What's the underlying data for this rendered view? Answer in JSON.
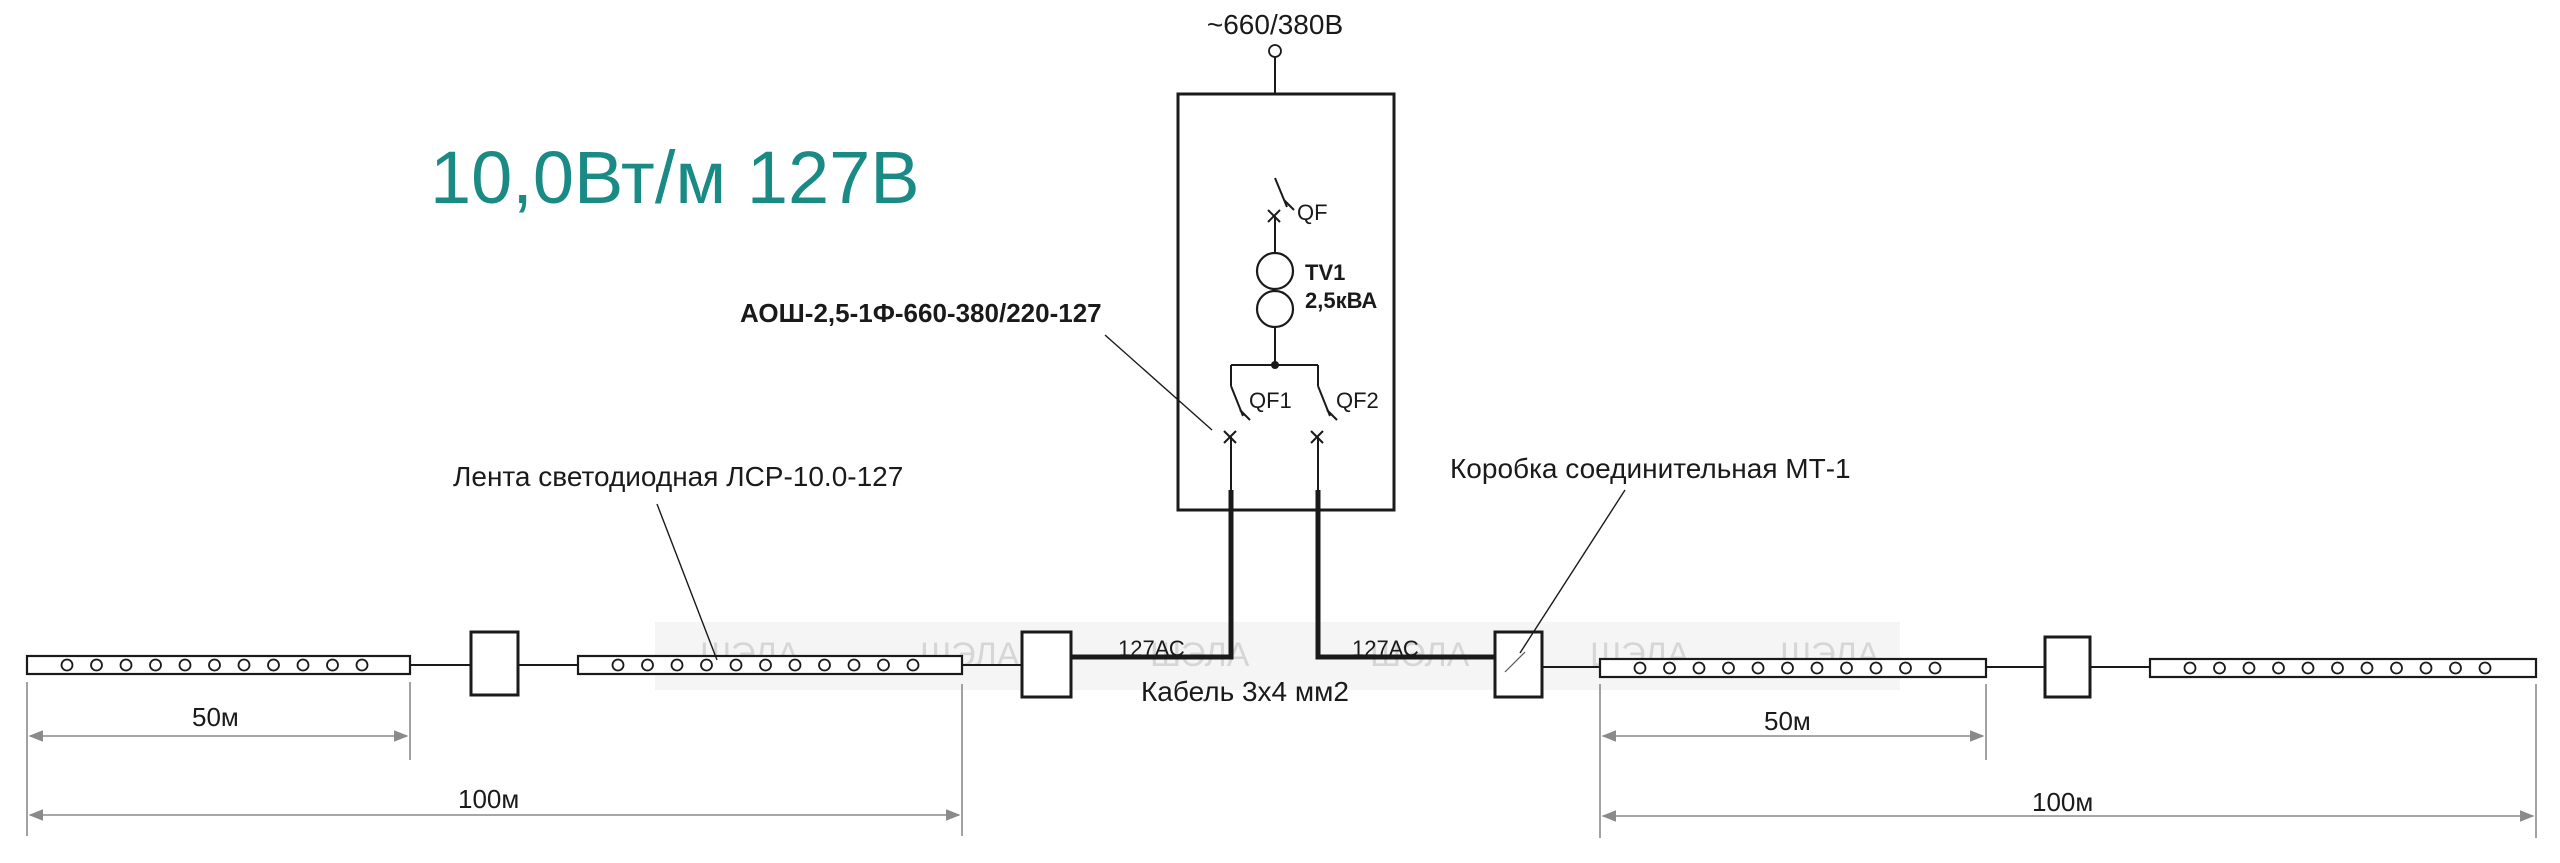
{
  "title": "10,0Вт/м 127В",
  "title_color": "#1a8a85",
  "supply_label": "~660/380В",
  "device_label": "АОШ-2,5-1Ф-660-380/220-127",
  "breaker_main": "QF",
  "transformer": {
    "name": "TV1",
    "rating": "2,5кВА"
  },
  "breaker_1": "QF1",
  "breaker_2": "QF2",
  "led_strip_label": "Лента светодиодная ЛСР-10.0-127",
  "junction_box_label": "Коробка соединительная МТ-1",
  "circuit_left": "127АС",
  "circuit_right": "127АС",
  "cable_label": "Кабель 3х4 мм2",
  "dimensions": {
    "left_strip": "50м",
    "right_strip": "50м",
    "left_total": "100м",
    "right_total": "100м"
  },
  "watermark": "ШЭЛА",
  "watermark_color": "#d6d6d6",
  "icons": [
    "transformer-icon",
    "circuit-breaker-icon",
    "junction-box-icon",
    "led-strip-icon"
  ]
}
